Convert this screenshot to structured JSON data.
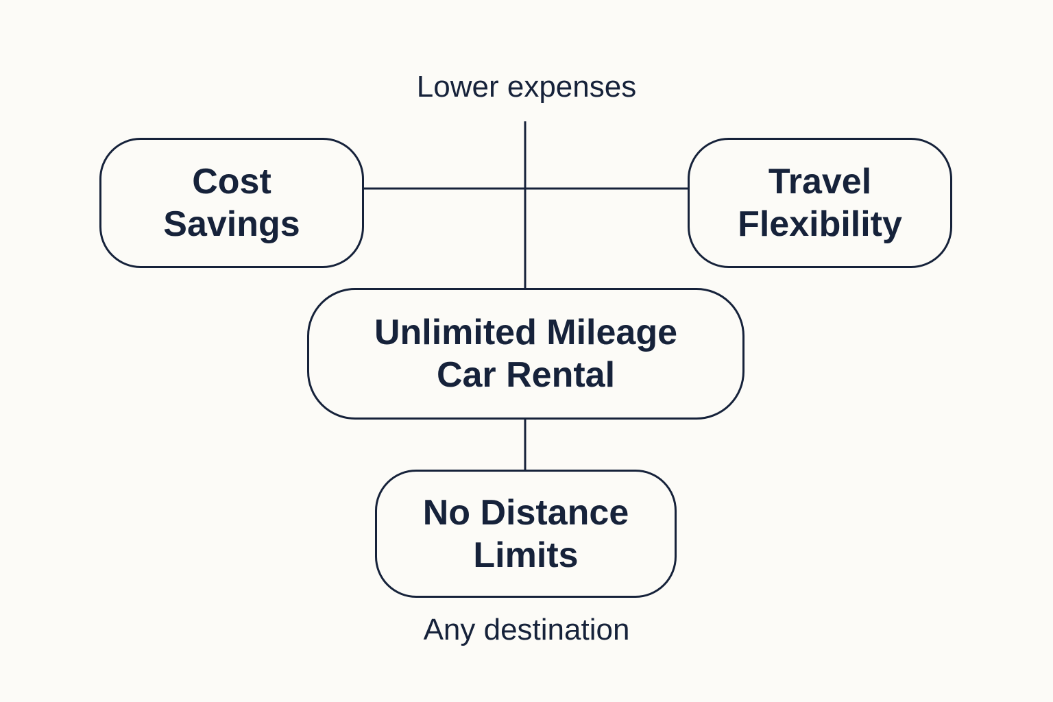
{
  "diagram": {
    "top_label": "Lower expenses",
    "bottom_label": "Any destination",
    "nodes": {
      "cost_savings": {
        "line1": "Cost",
        "line2": "Savings"
      },
      "travel_flexibility": {
        "line1": "Travel",
        "line2": "Flexibility"
      },
      "center": {
        "line1": "Unlimited Mileage",
        "line2": "Car Rental"
      },
      "no_distance_limits": {
        "line1": "No Distance",
        "line2": "Limits"
      }
    },
    "colors": {
      "background": "#fcfbf7",
      "ink": "#16223a"
    }
  }
}
